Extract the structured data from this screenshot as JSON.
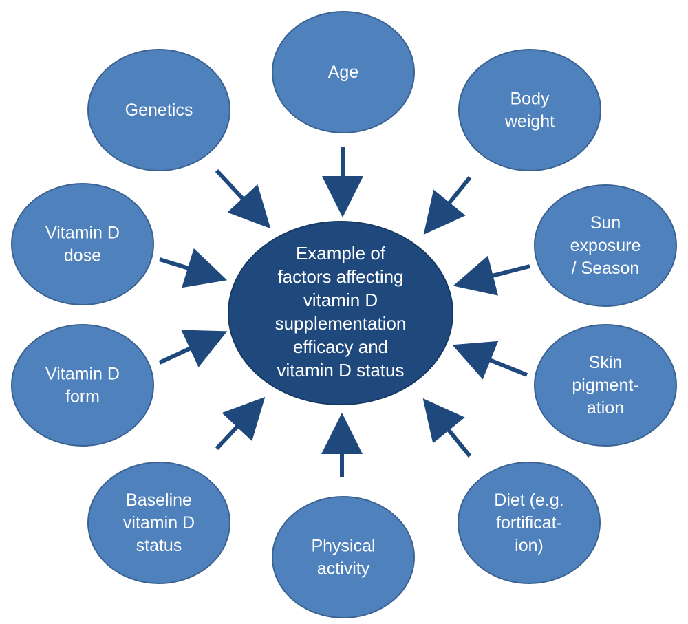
{
  "colors": {
    "outer_fill": "#4f81bd",
    "outer_stroke": "#3a6391",
    "center_fill": "#1f497d",
    "center_stroke": "#173a64",
    "arrow": "#1f497d",
    "text": "#ffffff"
  },
  "center": {
    "lines": [
      "Example of",
      "factors affecting",
      "vitamin D",
      "supplementation",
      "efficacy and",
      "vitamin D status"
    ]
  },
  "factors": [
    {
      "key": "age",
      "lines": [
        "Age"
      ]
    },
    {
      "key": "body-weight",
      "lines": [
        "Body",
        "weight"
      ]
    },
    {
      "key": "sun-exposure-season",
      "lines": [
        "Sun",
        "exposure",
        "/ Season"
      ]
    },
    {
      "key": "skin-pigmentation",
      "lines": [
        "Skin",
        "pigment-",
        "ation"
      ]
    },
    {
      "key": "diet",
      "lines": [
        "Diet (e.g.",
        "fortificat-",
        "ion)"
      ]
    },
    {
      "key": "physical-activity",
      "lines": [
        "Physical",
        "activity"
      ]
    },
    {
      "key": "baseline-vitamin-d-status",
      "lines": [
        "Baseline",
        "vitamin D",
        "status"
      ]
    },
    {
      "key": "vitamin-d-form",
      "lines": [
        "Vitamin D",
        "form"
      ]
    },
    {
      "key": "vitamin-d-dose",
      "lines": [
        "Vitamin D",
        "dose"
      ]
    },
    {
      "key": "genetics",
      "lines": [
        "Genetics"
      ]
    }
  ]
}
